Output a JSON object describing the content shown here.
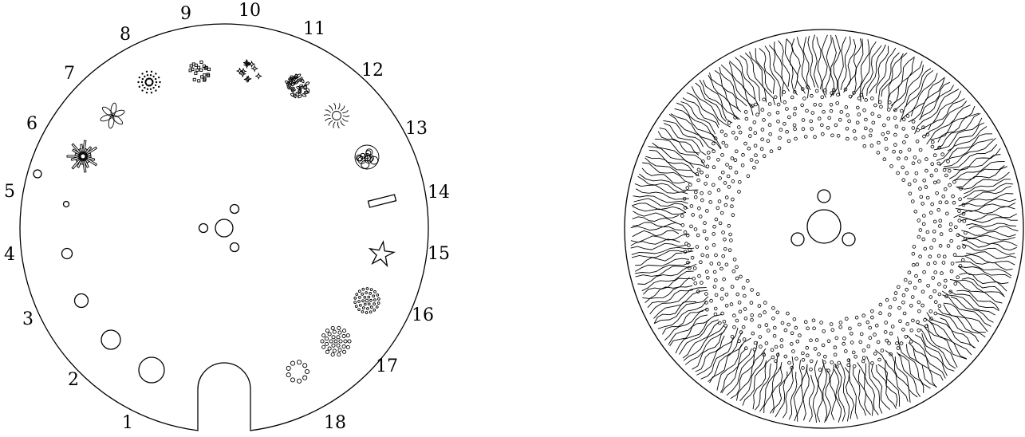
{
  "left_disc": {
    "position_numbers": [
      "1",
      "2",
      "3",
      "4",
      "5",
      "6",
      "7",
      "8",
      "9",
      "10",
      "11",
      "12",
      "13",
      "14",
      "15",
      "16",
      "17",
      "18"
    ]
  },
  "right_disc": {}
}
